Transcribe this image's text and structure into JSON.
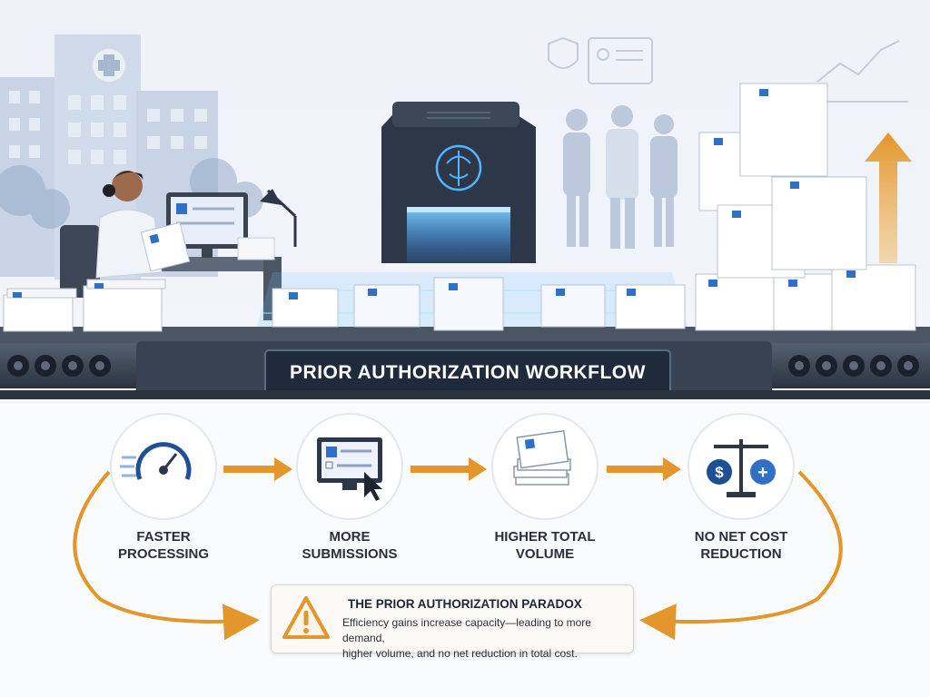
{
  "banner": {
    "title": "PRIOR AUTHORIZATION WORKFLOW"
  },
  "steps": [
    {
      "line1": "FASTER",
      "line2": "PROCESSING",
      "icon": "speedometer-icon"
    },
    {
      "line1": "MORE",
      "line2": "SUBMISSIONS",
      "icon": "monitor-form-icon"
    },
    {
      "line1": "HIGHER TOTAL",
      "line2": "VOLUME",
      "icon": "document-stack-icon"
    },
    {
      "line1": "NO NET COST",
      "line2": "REDUCTION",
      "icon": "balance-scale-icon"
    }
  ],
  "scale_symbols": {
    "left": "$",
    "right": "+"
  },
  "paradox": {
    "title": "THE PRIOR AUTHORIZATION PARADOX",
    "line1": "Efficiency gains increase capacity—leading to more demand,",
    "line2": "higher volume, and no net reduction in total cost.",
    "icon": "warning-icon"
  },
  "colors": {
    "accent_orange": "#e3962b",
    "medical_blue": "#2f6fc4",
    "machine_dark": "#2d3748",
    "glow_blue": "#4fb6ff",
    "text_dark": "#2a2f3a"
  }
}
